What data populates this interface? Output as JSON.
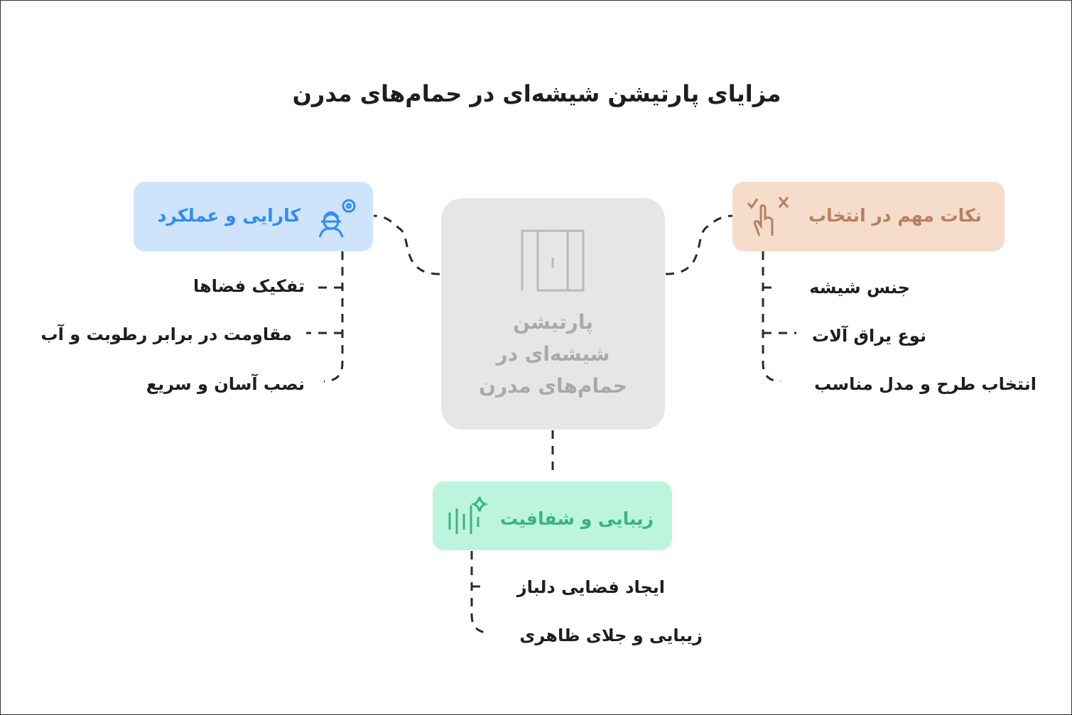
{
  "title": "مزایای پارتیشن شیشه‌ای در حمام‌های مدرن",
  "center": {
    "line1": "پارتیشن",
    "line2": "شیشه‌ای در",
    "line3": "حمام‌های مدرن",
    "icon": "shower-door-icon"
  },
  "branches": {
    "performance": {
      "label": "کارایی و عملکرد",
      "icon": "engineer-gear-icon",
      "color": "#2f8cf5",
      "bg": "#cfe3fc",
      "items": [
        "تفکیک فضاها",
        "مقاومت در برابر رطوبت و آب",
        "نصب آسان و سریع"
      ]
    },
    "selection": {
      "label": "نکات مهم در انتخاب",
      "icon": "hand-choice-icon",
      "color": "#b97f5f",
      "bg": "#f5dccb",
      "items": [
        "جنس شیشه",
        "نوع یراق آلات",
        "انتخاب طرح و مدل مناسب"
      ]
    },
    "beauty": {
      "label": "زیبایی و شفافیت",
      "icon": "sparkle-icon",
      "color": "#3bb384",
      "bg": "#bdf4de",
      "items": [
        "ایجاد فضایی دلباز",
        "زیبایی و جلای ظاهری"
      ]
    }
  }
}
